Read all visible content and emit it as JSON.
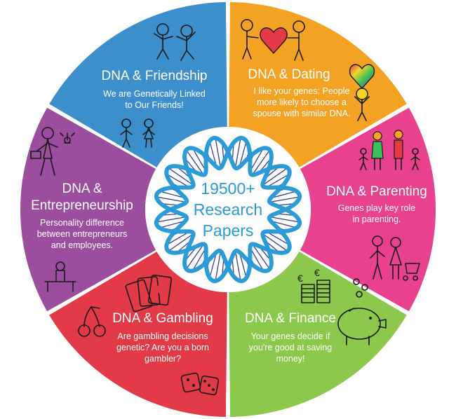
{
  "center": {
    "line1": "19500+",
    "line2": "Research",
    "line3": "Papers"
  },
  "segments": [
    {
      "id": "friendship",
      "color": "#3d8fcc",
      "title": "DNA & Friendship",
      "desc": [
        "We are Genetically Linked",
        "to Our Friends!"
      ],
      "icon": "friends-doodle-icon"
    },
    {
      "id": "dating",
      "color": "#f4a223",
      "title": "DNA & Dating",
      "desc": [
        "I like your genes: People",
        "more likely to choose a",
        "spouse with similar DNA."
      ],
      "icon": "couple-heart-doodle-icon"
    },
    {
      "id": "parenting",
      "color": "#e8428e",
      "title": "DNA & Parenting",
      "desc": [
        "Genes play key role",
        "in parenting."
      ],
      "icon": "family-doodle-icon"
    },
    {
      "id": "finance",
      "color": "#8cc84b",
      "title": "DNA & Finance",
      "desc": [
        "Your genes decide if",
        "you're good at saving",
        "money!"
      ],
      "icon": "piggy-bank-doodle-icon"
    },
    {
      "id": "gambling",
      "color": "#e23a46",
      "title": "DNA & Gambling",
      "desc": [
        "Are gambling decisions",
        "genetic? Are you a born",
        "gambler?"
      ],
      "icon": "dice-cards-doodle-icon"
    },
    {
      "id": "entrepreneurship",
      "color": "#9b4d9e",
      "title_lines": [
        "DNA &",
        "Entrepreneurship"
      ],
      "desc": [
        "Personality difference",
        "between entrepreneurs",
        "and employees."
      ],
      "icon": "businessman-doodle-icon"
    }
  ],
  "colors": {
    "dna_strand": "#2a9bd6",
    "dna_rungs": "#3b3f8f",
    "center_bg": "#ffffff"
  }
}
